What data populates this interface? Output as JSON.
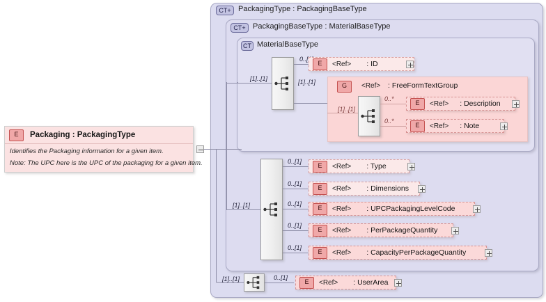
{
  "diagram": {
    "kind": "xsd-element-diagram",
    "colors": {
      "container_fill": "#dcdcf0",
      "container_border": "#a9a9c4",
      "element_fill": "#fbe9e9",
      "element_fill_strong": "#fbd9d9",
      "element_border": "#d9a0a0",
      "group_fill": "#fbd6d6",
      "badge_fill": "#f0a8a8",
      "badge_border": "#c4504f",
      "line": "#8d8da6",
      "background": "#ffffff"
    }
  },
  "root_element": {
    "badge": "E",
    "title": "Packaging : PackagingType",
    "name": "Packaging",
    "type": "PackagingType",
    "documentation": "Identifies the Packaging information for a given item.",
    "note": "Note: The UPC here is the UPC of the packaging for a given item.",
    "collapse_icon": "minus-icon"
  },
  "containers": [
    {
      "badge": "CT+",
      "title": "PackagingType : PackagingBaseType",
      "name": "PackagingType",
      "base": "PackagingBaseType"
    },
    {
      "badge": "CT+",
      "title": "PackagingBaseType : MaterialBaseType",
      "name": "PackagingBaseType",
      "base": "MaterialBaseType"
    },
    {
      "badge": "CT",
      "title": "MaterialBaseType",
      "name": "MaterialBaseType",
      "base": ""
    }
  ],
  "sequences": [
    {
      "name": "material-base-sequence",
      "multiplicity": "[1]..[1]"
    },
    {
      "name": "group-sequence",
      "multiplicity": "[1]..[1]"
    },
    {
      "name": "packaging-base-sequence",
      "multiplicity": "[1]..[1]"
    },
    {
      "name": "packaging-type-sequence",
      "multiplicity": "[1]..[1]"
    }
  ],
  "material_base_children": [
    {
      "badge": "E",
      "ref": "<Ref>",
      "name": ": ID",
      "multiplicity": "0..[1]",
      "expander": "plus"
    }
  ],
  "group": {
    "badge": "G",
    "ref": "<Ref>",
    "name": ": FreeFormTextGroup",
    "multiplicity": "[1]..[1]",
    "children": [
      {
        "badge": "E",
        "ref": "<Ref>",
        "name": ": Description",
        "multiplicity": "0..*",
        "expander": "plus"
      },
      {
        "badge": "E",
        "ref": "<Ref>",
        "name": ": Note",
        "multiplicity": "0..*",
        "expander": "plus"
      }
    ]
  },
  "packaging_base_children": [
    {
      "badge": "E",
      "ref": "<Ref>",
      "name": ": Type",
      "multiplicity": "0..[1]",
      "expander": "plus"
    },
    {
      "badge": "E",
      "ref": "<Ref>",
      "name": ": Dimensions",
      "multiplicity": "0..[1]",
      "expander": "plus"
    },
    {
      "badge": "E",
      "ref": "<Ref>",
      "name": ": UPCPackagingLevelCode",
      "multiplicity": "0..[1]",
      "expander": "plus"
    },
    {
      "badge": "E",
      "ref": "<Ref>",
      "name": ": PerPackageQuantity",
      "multiplicity": "0..[1]",
      "expander": "plus"
    },
    {
      "badge": "E",
      "ref": "<Ref>",
      "name": ": CapacityPerPackageQuantity",
      "multiplicity": "0..[1]",
      "expander": "plus"
    }
  ],
  "packaging_type_children": [
    {
      "badge": "E",
      "ref": "<Ref>",
      "name": ": UserArea",
      "multiplicity": "0..[1]",
      "expander": "plus"
    }
  ]
}
